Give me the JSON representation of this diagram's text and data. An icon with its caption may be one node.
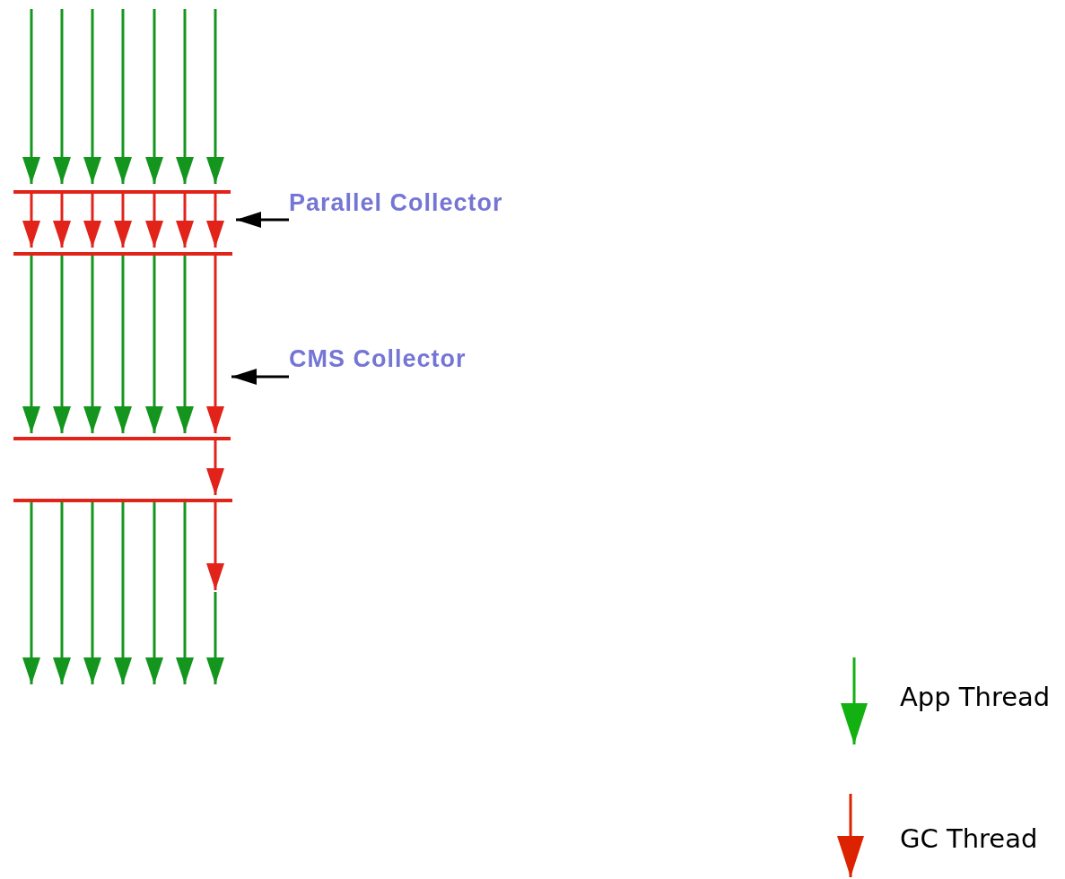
{
  "diagram": {
    "nodes": [
      {
        "text": [
          "Parallel Collector"
        ]
      },
      {
        "text": [
          "CMS Collector"
        ]
      }
    ],
    "edges": [
      {
        "from": 0,
        "to": null,
        "arrow": "to"
      },
      {
        "from": 1,
        "to": null,
        "arrow": "to"
      }
    ],
    "legend": [
      {
        "text": "App Thread"
      },
      {
        "text": "GC Thread"
      }
    ]
  }
}
